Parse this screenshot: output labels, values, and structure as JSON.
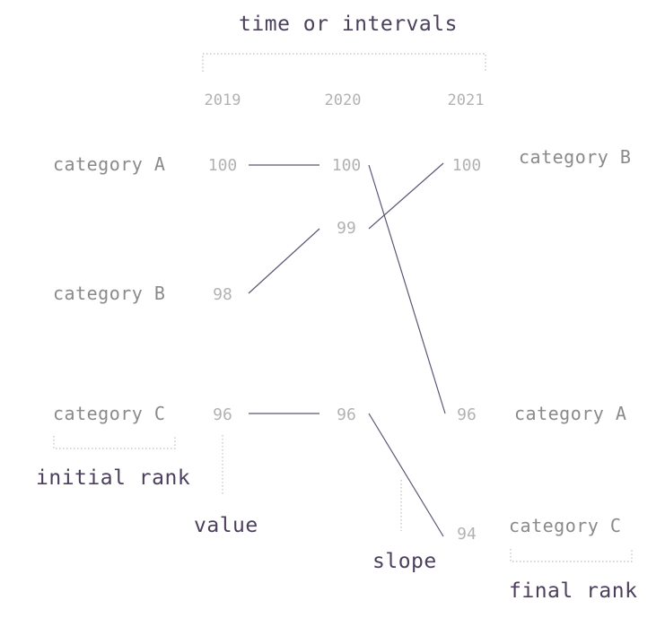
{
  "annotations": {
    "time": "time or intervals",
    "initial_rank": "initial rank",
    "value": "value",
    "slope": "slope",
    "final_rank": "final rank"
  },
  "years": [
    "2019",
    "2020",
    "2021"
  ],
  "left_categories": [
    "category A",
    "category B",
    "category C"
  ],
  "right_categories": [
    "category B",
    "category A",
    "category C"
  ],
  "values": {
    "2019": [
      "100",
      "98",
      "96"
    ],
    "2020": [
      "100",
      "99",
      "96"
    ],
    "2021": [
      "100",
      "96",
      "94"
    ]
  }
}
